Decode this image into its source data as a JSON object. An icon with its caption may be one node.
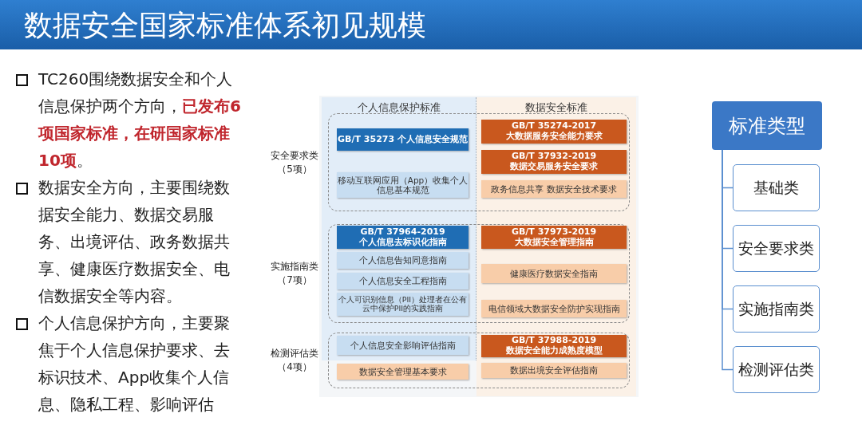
{
  "diagram": {
    "title": "数据安全国家标准体系初见规模",
    "nodes": [
      {
        "text": [
          "个人信息保护标准"
        ]
      },
      {
        "text": [
          "数据安全标准"
        ]
      },
      {
        "text": [
          "安全要求类（5项）"
        ]
      },
      {
        "text": [
          "GB/T 35273 个人信息安全规范"
        ]
      },
      {
        "text": [
          "移动互联网应用（App）收集个人信息基本规范"
        ]
      },
      {
        "text": [
          "GB/T 35274-2017",
          "大数据服务安全能力要求"
        ]
      },
      {
        "text": [
          "GB/T 37932-2019",
          "数据交易服务安全要求"
        ]
      },
      {
        "text": [
          "政务信息共享 数据安全技术要求"
        ]
      },
      {
        "text": [
          "实施指南类（7项）"
        ]
      },
      {
        "text": [
          "GB/T 37964-2019",
          "个人信息去标识化指南"
        ]
      },
      {
        "text": [
          "个人信息告知同意指南"
        ]
      },
      {
        "text": [
          "个人信息安全工程指南"
        ]
      },
      {
        "text": [
          "个人可识别信息（PII）处理者在公有云中保护PII的实践指南"
        ]
      },
      {
        "text": [
          "GB/T 37973-2019",
          "大数据安全管理指南"
        ]
      },
      {
        "text": [
          "健康医疗数据安全指南"
        ]
      },
      {
        "text": [
          "电信领域大数据安全防护实现指南"
        ]
      },
      {
        "text": [
          "检测评估类（4项）"
        ]
      },
      {
        "text": [
          "个人信息安全影响评估指南"
        ]
      },
      {
        "text": [
          "数据安全管理基本要求"
        ],
        "in": 16
      },
      {
        "text": [
          "GB/T 37988-2019",
          "数据安全能力成熟度模型"
        ]
      },
      {
        "text": [
          "数据出境安全评估指南"
        ]
      },
      {
        "text": [
          "标准类型"
        ]
      },
      {
        "text": [
          "基础类"
        ]
      },
      {
        "text": [
          "安全要求类"
        ]
      },
      {
        "text": [
          "实施指南类"
        ]
      },
      {
        "text": [
          "检测评估类"
        ]
      }
    ],
    "edges": [
      {
        "from": 21,
        "to": 22,
        "arrow": "none"
      },
      {
        "from": 21,
        "to": 23,
        "arrow": "none"
      },
      {
        "from": 21,
        "to": 24,
        "arrow": "none"
      },
      {
        "from": 21,
        "to": 25,
        "arrow": "none"
      }
    ],
    "labels": [
      "TC260围绕数据安全和个人信息保护两个方向，**已发布6项国家标准，在研国家标准10项**。",
      "数据安全方向，主要围绕数据安全能力、数据交易服务、出境评估、政务数据共享、健康医疗数据安全、电信数据安全等内容。",
      "个人信息保护方向，主要聚焦于个人信息保护要求、去标识技术、App收集个人信息、隐私工程、影响评估"
    ]
  }
}
